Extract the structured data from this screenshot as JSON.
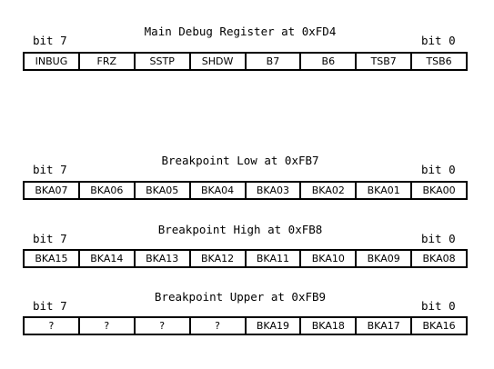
{
  "registers": [
    {
      "title": "Main Debug Register at 0xFD4",
      "msb_label": "bit 7",
      "lsb_label": "bit 0",
      "bits": [
        "INBUG",
        "FRZ",
        "SSTP",
        "SHDW",
        "B7",
        "B6",
        "TSB7",
        "TSB6"
      ]
    },
    {
      "title": "Breakpoint Low at 0xFB7",
      "msb_label": "bit 7",
      "lsb_label": "bit 0",
      "bits": [
        "BKA07",
        "BKA06",
        "BKA05",
        "BKA04",
        "BKA03",
        "BKA02",
        "BKA01",
        "BKA00"
      ]
    },
    {
      "title": "Breakpoint High at 0xFB8",
      "msb_label": "bit 7",
      "lsb_label": "bit 0",
      "bits": [
        "BKA15",
        "BKA14",
        "BKA13",
        "BKA12",
        "BKA11",
        "BKA10",
        "BKA09",
        "BKA08"
      ]
    },
    {
      "title": "Breakpoint Upper at 0xFB9",
      "msb_label": "bit 7",
      "lsb_label": "bit 0",
      "bits": [
        "?",
        "?",
        "?",
        "?",
        "BKA19",
        "BKA18",
        "BKA17",
        "BKA16"
      ]
    }
  ]
}
